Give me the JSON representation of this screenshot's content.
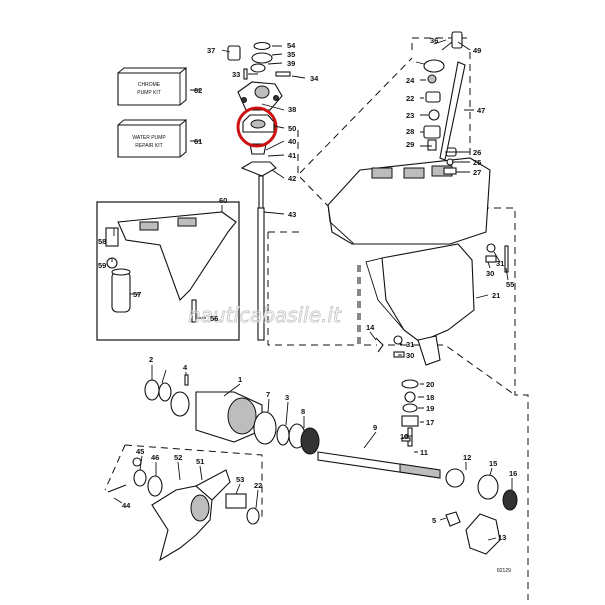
{
  "kits": [
    {
      "id": "62",
      "lines": [
        "CHROME",
        "PUMP KIT"
      ]
    },
    {
      "id": "61",
      "lines": [
        "WATER PUMP",
        "REPAIR KIT"
      ]
    }
  ],
  "watermark": "nauticabasile.it",
  "ref_code": "82129",
  "highlight_color": "#cc1111",
  "labels": [
    "37",
    "54",
    "35",
    "39",
    "33",
    "34",
    "62",
    "38",
    "61",
    "50",
    "40",
    "41",
    "42",
    "60",
    "43",
    "58",
    "59",
    "57",
    "56",
    "36",
    "49",
    "24",
    "22",
    "23",
    "28",
    "29",
    "26",
    "25",
    "27",
    "47",
    "31",
    "30",
    "55",
    "21",
    "14",
    "31",
    "30",
    "2",
    "1",
    "7",
    "3",
    "8",
    "4",
    "20",
    "18",
    "19",
    "17",
    "9",
    "10",
    "11",
    "12",
    "15",
    "16",
    "45",
    "46",
    "52",
    "51",
    "53",
    "22",
    "44",
    "5",
    "13"
  ]
}
